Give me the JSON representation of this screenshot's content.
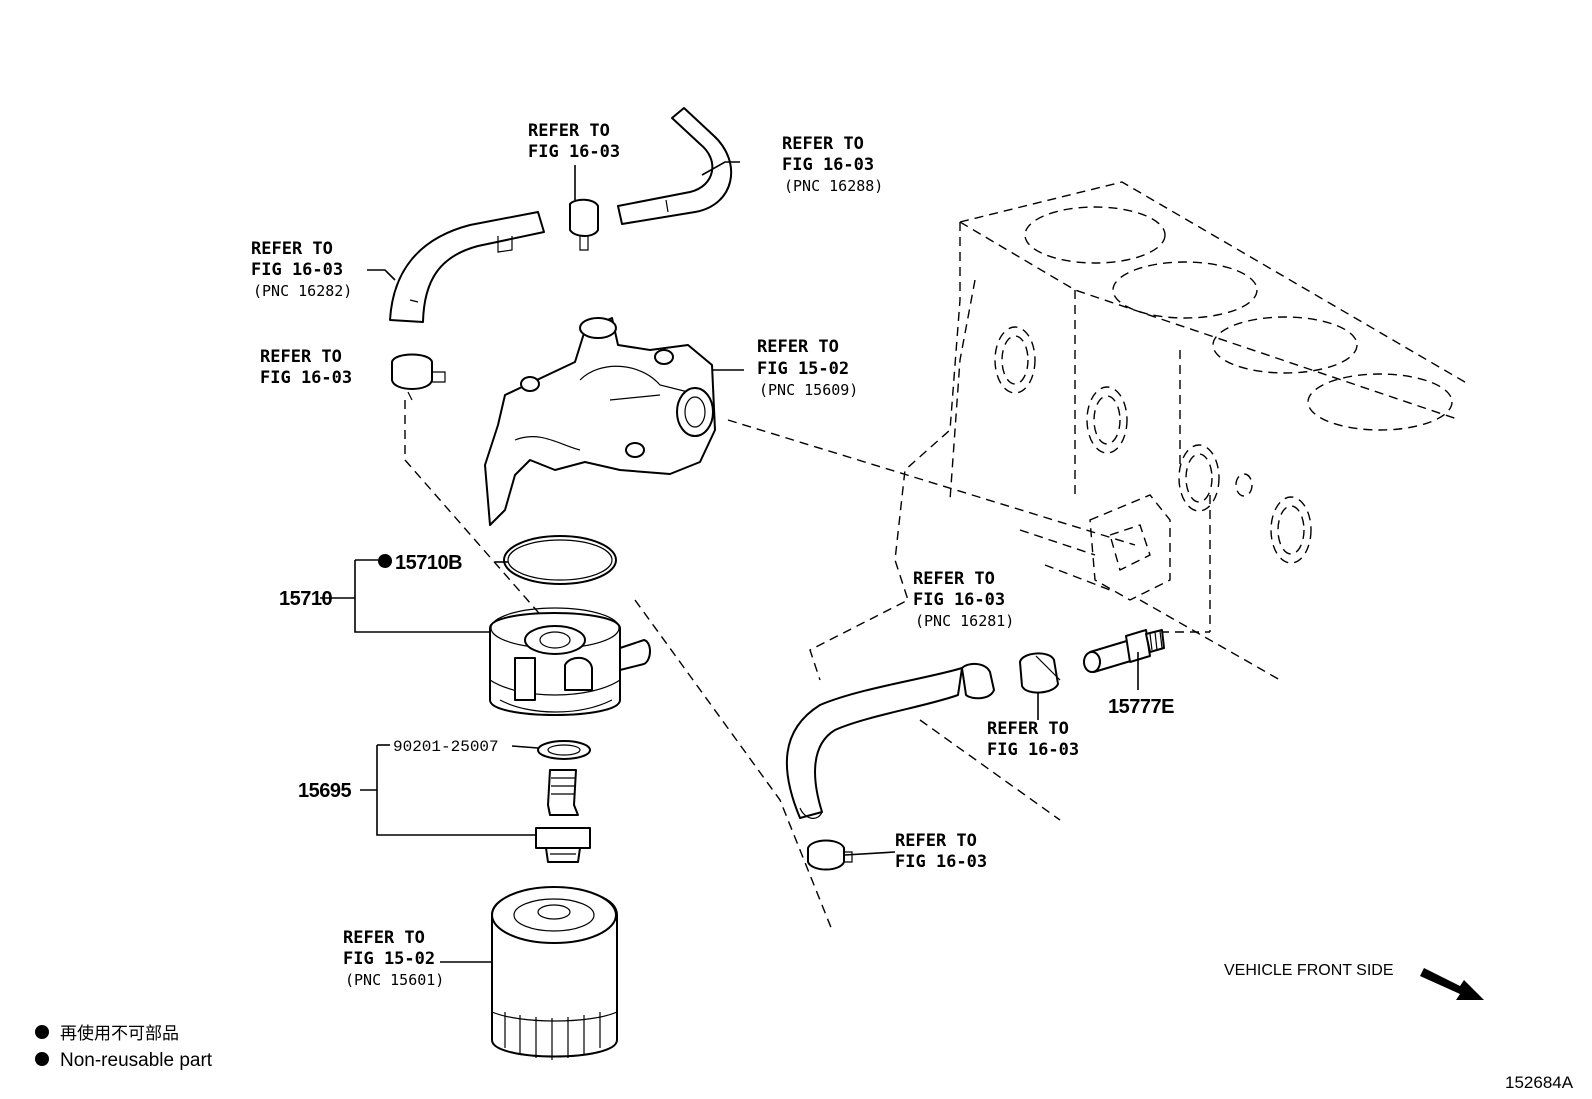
{
  "refs": {
    "r1": {
      "line1": "REFER TO",
      "line2": "FIG 16-03"
    },
    "r2": {
      "line1": "REFER TO",
      "line2": "FIG 16-03",
      "pnc": "(PNC 16288)"
    },
    "r3": {
      "line1": "REFER TO",
      "line2": "FIG 16-03",
      "pnc": "(PNC 16282)"
    },
    "r4": {
      "line1": "REFER TO",
      "line2": "FIG 16-03"
    },
    "r5": {
      "line1": "REFER TO",
      "line2": "FIG 15-02",
      "pnc": "(PNC 15609)"
    },
    "r6": {
      "line1": "REFER TO",
      "line2": "FIG 16-03",
      "pnc": "(PNC 16281)"
    },
    "r7": {
      "line1": "REFER TO",
      "line2": "FIG 16-03"
    },
    "r8": {
      "line1": "REFER TO",
      "line2": "FIG 16-03"
    },
    "r9": {
      "line1": "REFER TO",
      "line2": "FIG 15-02",
      "pnc": "(PNC 15601)"
    }
  },
  "parts": {
    "p15710B": "15710B",
    "p15710": "15710",
    "p90201": "90201-25007",
    "p15695": "15695",
    "p15777E": "15777E"
  },
  "direction": {
    "label": "VEHICLE FRONT SIDE"
  },
  "legend": {
    "jp": "再使用不可部品",
    "en": "Non-reusable part"
  },
  "figure_id": "152684A"
}
